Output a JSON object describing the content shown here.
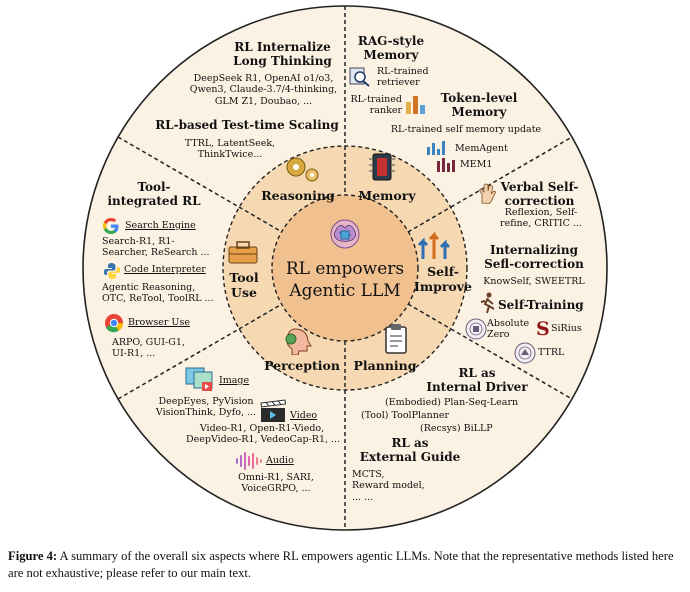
{
  "center": {
    "line1": "RL empowers",
    "line2": "Agentic LLM"
  },
  "aspects": {
    "reasoning": "Reasoning",
    "memory": "Memory",
    "tool_line1": "Tool",
    "tool_line2": "Use",
    "self_line1": "Self-",
    "self_line2": "Improve",
    "perception": "Perception",
    "planning": "Planning"
  },
  "reasoning": {
    "internalize_h1": "RL Internalize",
    "internalize_h2": "Long Thinking",
    "internalize_m1": "DeepSeek R1, OpenAI o1/o3,",
    "internalize_m2": "Qwen3, Claude-3.7/4-thinking,",
    "internalize_m3": "GLM Z1, Doubao, ...",
    "scaling_h": "RL-based Test-time Scaling",
    "scaling_m1": "TTRL, LatentSeek,",
    "scaling_m2": "ThinkTwice..."
  },
  "memory": {
    "rag_h1": "RAG-style",
    "rag_h2": "Memory",
    "retriever1": "RL-trained",
    "retriever2": "retriever",
    "ranker1": "RL-trained",
    "ranker2": "ranker",
    "token_h1": "Token-level",
    "token_h2": "Memory",
    "token_m": "RL-trained self memory update",
    "memagent": "MemAgent",
    "mem1": "MEM1"
  },
  "tool": {
    "h1": "Tool-",
    "h2": "integrated RL",
    "search_label": "Search Engine",
    "search_m1": "Search-R1, R1-",
    "search_m2": "Searcher, ReSearch ...",
    "code_label": "Code Interpreter",
    "code_m1": "Agentic Reasoning,",
    "code_m2": "OTC, ReTool, ToolRL ...",
    "browser_label": "Browser Use",
    "browser_m1": "ARPO, GUI-G1,",
    "browser_m2": "UI-R1, ..."
  },
  "selfimprove": {
    "verbal_h1": "Verbal Self-",
    "verbal_h2": "correction",
    "verbal_m1": "Reflexion, Self-",
    "verbal_m2": "refine, CRITIC ...",
    "internal_h1": "Internalizing",
    "internal_h2": "Sefl-correction",
    "internal_m": "KnowSelf, SWEETRL",
    "training_h": "Self-Training",
    "absolute1": "Absolute",
    "absolute2": "Zero",
    "sirius": "SiRius",
    "ttrl": "TTRL"
  },
  "perception": {
    "image_label": "Image",
    "image_m1": "DeepEyes, PyVision",
    "image_m2": "VisionThink, Dyfo, ...",
    "video_label": "Video",
    "video_m1": "Video-R1, Open-R1-Viedo,",
    "video_m2": "DeepVideo-R1, VedeoCap-R1, ...",
    "audio_label": "Audio",
    "audio_m1": "Omni-R1, SARI,",
    "audio_m2": "VoiceGRPO, ..."
  },
  "planning": {
    "driver_h1": "RL as",
    "driver_h2": "Internal Driver",
    "driver_m1": "(Embodied) Plan-Seq-Learn",
    "driver_m2": "(Tool) ToolPlanner",
    "driver_m3": "(Recsys) BiLLP",
    "guide_h1": "RL as",
    "guide_h2": "External Guide",
    "guide_m1": "MCTS,",
    "guide_m2": "Reward model,",
    "guide_m3": "... ..."
  },
  "caption": {
    "label": "Figure 4:",
    "text": " A summary of the overall six aspects where RL empowers agentic LLMs. Note that the representative methods listed here are not exhaustive; please refer to our main text."
  },
  "colors": {
    "outer_ring": "#fcf2e4",
    "middle_ring": "#f6d9b2",
    "center": "#f0c18f",
    "google_blue": "#4285f4",
    "google_red": "#ea4335",
    "google_yellow": "#fbbc05",
    "google_green": "#34a853",
    "stanford_red": "#8c1515"
  }
}
